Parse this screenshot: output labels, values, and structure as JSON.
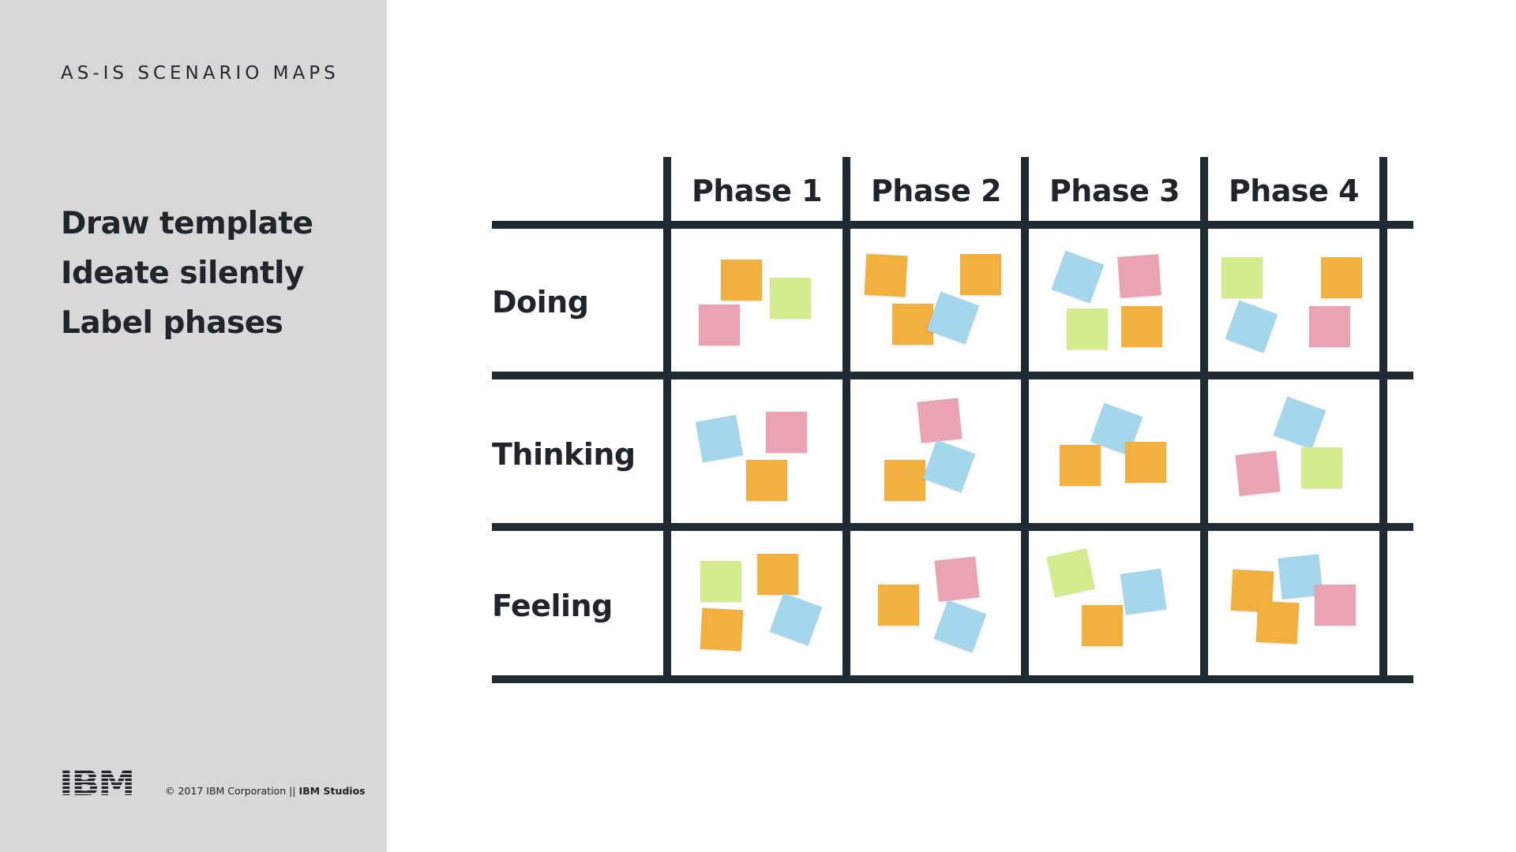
{
  "sidebar": {
    "eyebrow": "AS-IS SCENARIO MAPS",
    "steps": [
      "Draw template",
      "Ideate silently",
      "Label phases"
    ],
    "logo_text": "IBM",
    "footer_copyright": "© 2017 IBM Corporation  ||",
    "footer_studio": "IBM Studios"
  },
  "grid": {
    "phases": [
      "Phase 1",
      "Phase 2",
      "Phase 3",
      "Phase 4"
    ],
    "rows": [
      "Doing",
      "Thinking",
      "Feeling"
    ]
  },
  "colors": {
    "sidebar_bg": "#d8d8d8",
    "grid_line": "#1f2a33",
    "orange": "#f2b13f",
    "green": "#d4ec8e",
    "pink": "#e9a3b3",
    "blue": "#a4d6ec"
  },
  "sticky_notes": {
    "Doing": [
      [
        "orange",
        "green",
        "pink"
      ],
      [
        "orange",
        "orange",
        "orange",
        "blue"
      ],
      [
        "blue",
        "pink",
        "green",
        "orange"
      ],
      [
        "green",
        "orange",
        "blue",
        "pink"
      ]
    ],
    "Thinking": [
      [
        "blue",
        "pink",
        "orange"
      ],
      [
        "pink",
        "orange",
        "blue"
      ],
      [
        "blue",
        "orange",
        "orange"
      ],
      [
        "blue",
        "pink",
        "green"
      ]
    ],
    "Feeling": [
      [
        "green",
        "orange",
        "orange",
        "blue"
      ],
      [
        "orange",
        "pink",
        "blue"
      ],
      [
        "green",
        "blue",
        "orange"
      ],
      [
        "orange",
        "blue",
        "orange",
        "pink"
      ]
    ]
  }
}
